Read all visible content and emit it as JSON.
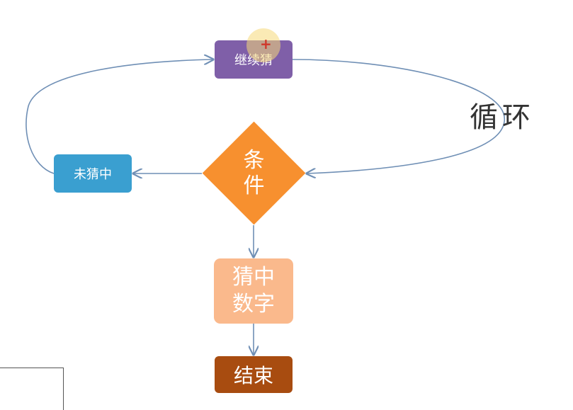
{
  "nodes": {
    "continue_guess": "继续猜",
    "miss": "未猜中",
    "condition_line1": "条",
    "condition_line2": "件",
    "hit_line1": "猜中",
    "hit_line2": "数字",
    "end": "结束"
  },
  "loop_label": "循环",
  "colors": {
    "continue_guess": "#7f5fa8",
    "miss": "#3a9fd0",
    "condition": "#f7902f",
    "hit": "#fab98c",
    "end": "#a84c10",
    "connector": "#6f8fb5"
  }
}
